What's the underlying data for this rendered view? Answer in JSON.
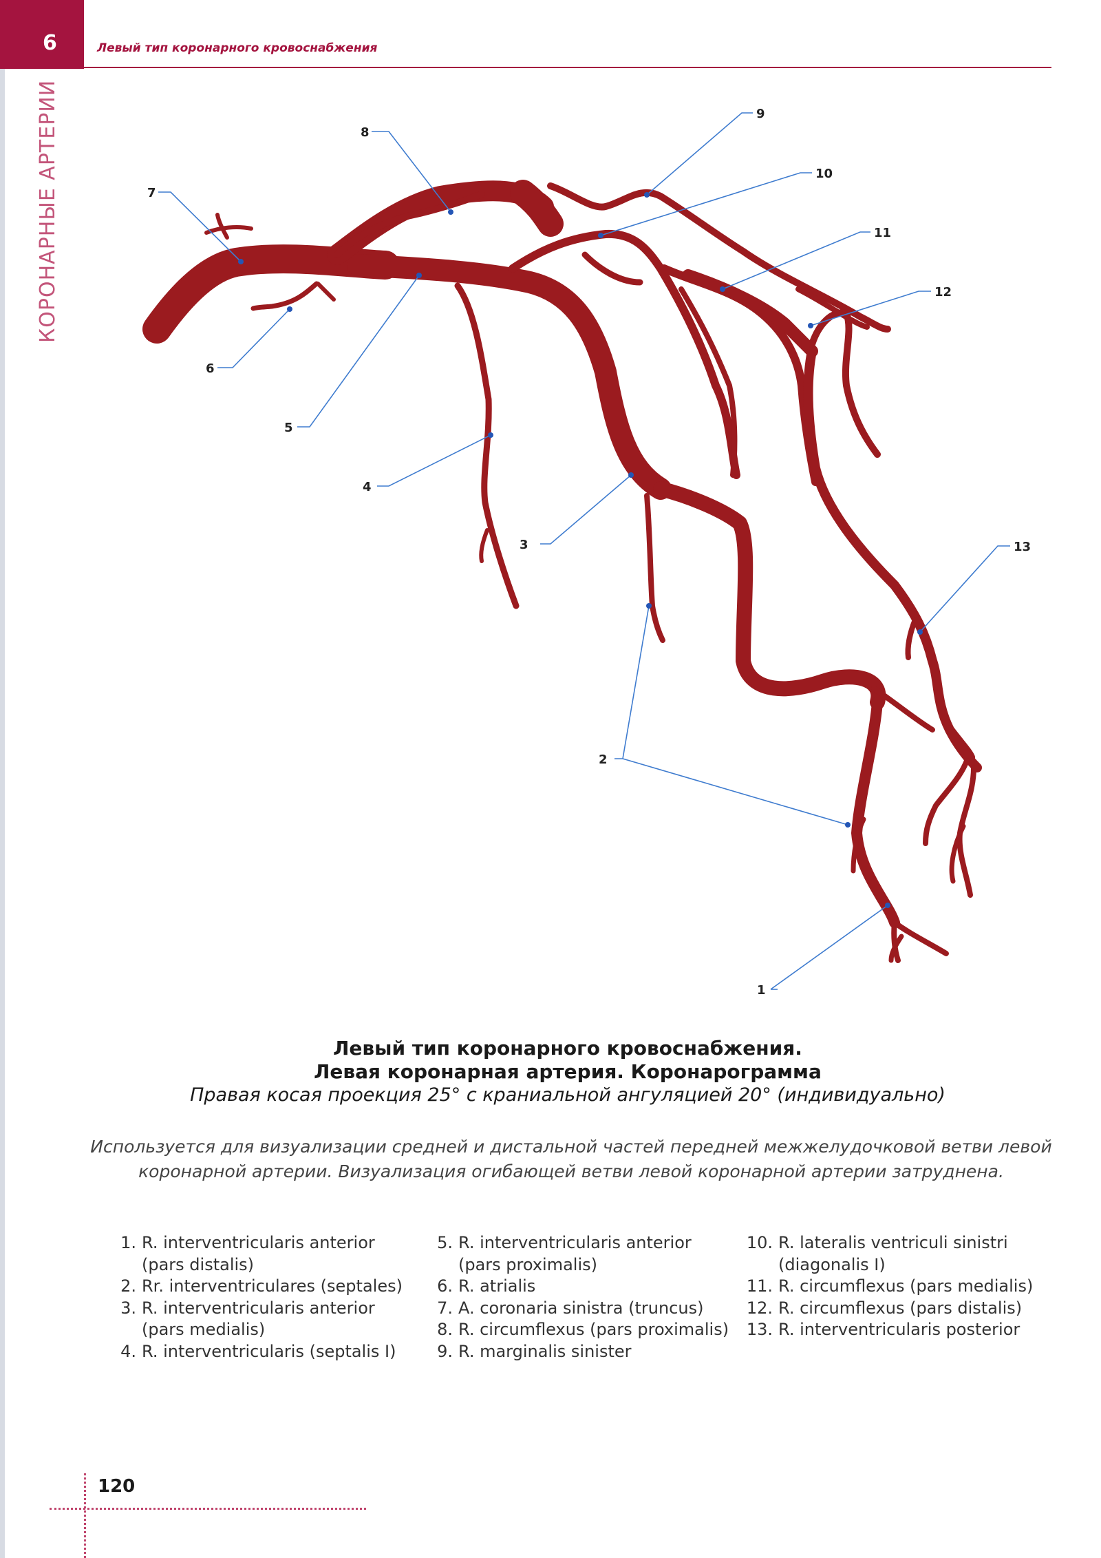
{
  "header": {
    "chapter_number": "6",
    "title": "Левый тип коронарного кровоснабжения",
    "section_label": "КОРОНАРНЫЕ АРТЕРИИ"
  },
  "labels": [
    "1",
    "2",
    "3",
    "4",
    "5",
    "6",
    "7",
    "8",
    "9",
    "10",
    "11",
    "12",
    "13"
  ],
  "caption": {
    "title_line1": "Левый тип коронарного кровоснабжения.",
    "title_line2": "Левая коронарная артерия. Коронарограмма",
    "subtitle": "Правая косая проекция 25° с краниальной ангуляцией 20° (индивидуально)"
  },
  "description": "Используется для визуализации средней и дистальной частей передней межжелудочковой ветви левой коронарной артерии. Визуализация огибающей ветви левой коронарной артерии затруднена.",
  "legend": [
    {
      "num": "1.",
      "text": "R. interventricularis anterior (pars distalis)"
    },
    {
      "num": "2.",
      "text": "Rr. interventriculares (septales)"
    },
    {
      "num": "3.",
      "text": "R. interventricularis anterior (pars medialis)"
    },
    {
      "num": "4.",
      "text": "R. interventricularis (septalis I)"
    },
    {
      "num": "5.",
      "text": "R. interventricularis anterior (pars proximalis)"
    },
    {
      "num": "6.",
      "text": "R. atrialis"
    },
    {
      "num": "7.",
      "text": "A. coronaria sinistra (truncus)"
    },
    {
      "num": "8.",
      "text": "R. circumflexus (pars proximalis)"
    },
    {
      "num": "9.",
      "text": "R. marginalis sinister"
    },
    {
      "num": "10.",
      "text": "R. lateralis ventriculi sinistri (diagonalis I)"
    },
    {
      "num": "11.",
      "text": "R. circumflexus (pars medialis)"
    },
    {
      "num": "12.",
      "text": "R. circumflexus (pars distalis)"
    },
    {
      "num": "13.",
      "text": "R. interventricularis posterior"
    }
  ],
  "page_number": "120",
  "colors": {
    "accent": "#a4143f",
    "artery": "#9b1b1f",
    "leader": "#3f7ccf"
  }
}
